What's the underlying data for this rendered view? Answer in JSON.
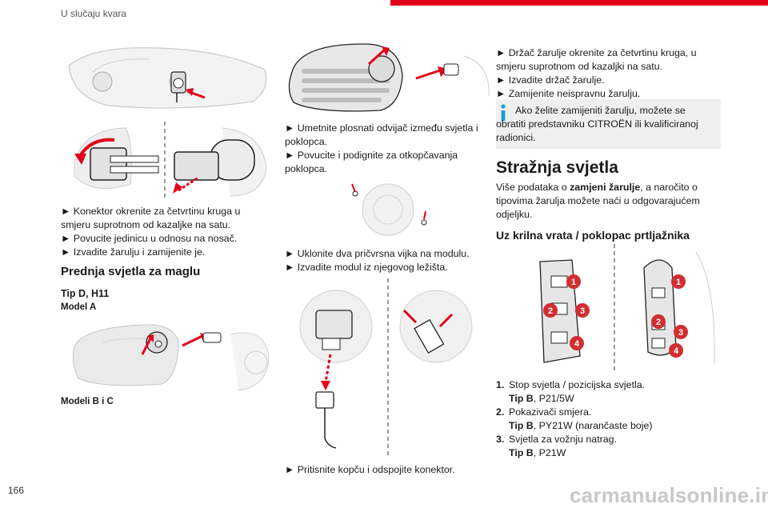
{
  "header": {
    "section_title": "U slučaju kvara",
    "accent_color": "#e2001a"
  },
  "page_number": "166",
  "watermark": "carmanualsonline.info",
  "col1": {
    "steps": [
      "► Konektor okrenite za četvrtinu kruga u smjeru suprotnom od kazaljke na satu.",
      "► Povucite jedinicu u odnosu na nosač.",
      "► Izvadite žarulju i zamijenite je."
    ],
    "fog_heading": "Prednja svjetla za maglu",
    "fog_type": "Tip D, H11",
    "model_a": "Model A",
    "model_bc": "Modeli B i C"
  },
  "col2": {
    "steps_a": [
      "► Umetnite plosnati odvijač između svjetla i poklopca.",
      "► Povucite i podignite za otkopčavanja poklopca."
    ],
    "steps_b": [
      "► Uklonite dva pričvrsna vijka na modulu.",
      "► Izvadite modul iz njegovog ležišta."
    ],
    "steps_c": [
      "► Pritisnite kopču i odspojite konektor."
    ]
  },
  "col3": {
    "steps": [
      "► Držač žarulje okrenite za četvrtinu kruga, u smjeru suprotnom od kazaljki na satu.",
      "► Izvadite držač žarulje.",
      "► Zamijenite neispravnu žarulju."
    ],
    "info_icon": "info-icon",
    "info_text": "Ako želite zamijeniti žarulju, možete se obratiti predstavniku CITROËN ili kvalificiranoj radionici.",
    "rear_heading": "Stražnja svjetla",
    "rear_intro_1": "Više podataka o ",
    "rear_intro_bold": "zamjeni žarulje",
    "rear_intro_2": ", a naročito o tipovima žarulja možete naći u odgovarajućem odjeljku.",
    "wings_heading": "Uz krilna vrata / poklopac prtljažnika",
    "badges": [
      "1",
      "2",
      "3",
      "4"
    ],
    "legend": [
      {
        "num": "1.",
        "text": "Stop svjetla / pozicijska svjetla.",
        "type_label": "Tip B",
        "type_value": ", P21/5W"
      },
      {
        "num": "2.",
        "text": "Pokazivači smjera.",
        "type_label": "Tip B",
        "type_value": ", PY21W (narančaste boje)"
      },
      {
        "num": "3.",
        "text": "Svjetla za vožnju natrag.",
        "type_label": "Tip B",
        "type_value": ", P21W"
      }
    ]
  }
}
